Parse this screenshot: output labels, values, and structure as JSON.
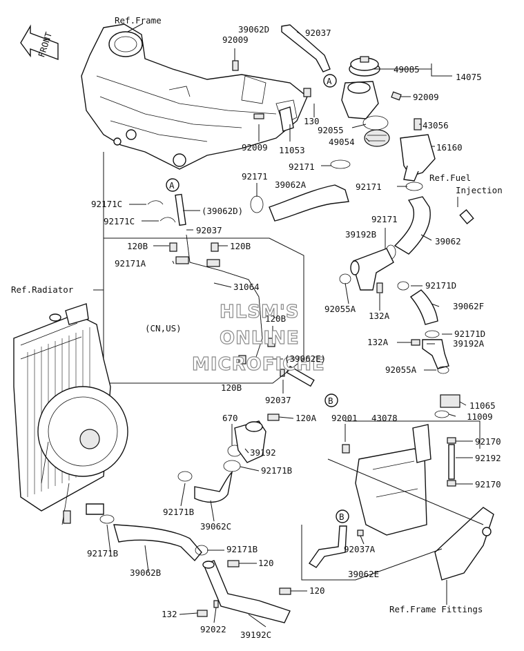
{
  "watermark": [
    "HLSM'S",
    "ONLINE",
    "MICROFICHE"
  ],
  "direction_label": "FRONT",
  "callouts": {
    "A": "A",
    "B": "B"
  },
  "labels": {
    "ref_frame": "Ref.Frame",
    "p39062D": "39062D",
    "p92037_top": "92037",
    "p92009_a": "92009",
    "p49085": "49085",
    "p14075": "14075",
    "p92009_b": "92009",
    "p130": "130",
    "p92055": "92055",
    "p43056": "43056",
    "p49054": "49054",
    "p16160": "16160",
    "p92009_c": "92009",
    "p11053": "11053",
    "p92171_a": "92171",
    "p92171_b": "92171",
    "p39062A": "39062A",
    "ref_fuel_1": "Ref.Fuel",
    "ref_fuel_2": "Injection",
    "p92171_c": "92171",
    "p92171C_1": "92171C",
    "p39062D_paren": "(39062D)",
    "p92171C_2": "92171C",
    "p92037_mid": "92037",
    "p92171_d": "92171",
    "p39192B": "39192B",
    "p39062": "39062",
    "p120B_1": "120B",
    "p120B_2": "120B",
    "p92171A": "92171A",
    "p31064": "31064",
    "p92171D_1": "92171D",
    "ref_radiator": "Ref.Radiator",
    "p92055A_1": "92055A",
    "p39062F": "39062F",
    "p132A_1": "132A",
    "cn_us": "(CN,US)",
    "p120B_3": "120B",
    "p92171D_2": "92171D",
    "p132A_2": "132A",
    "p39192A": "39192A",
    "p39062E_paren": "(39062E)",
    "p92055A_2": "92055A",
    "p120B_4": "120B",
    "p92037_low": "92037",
    "p11065": "11065",
    "p670": "670",
    "p120A": "120A",
    "p92001": "92001",
    "p43078": "43078",
    "p11009": "11009",
    "p92170_1": "92170",
    "p39192": "39192",
    "p92192": "92192",
    "p92171B_1": "92171B",
    "p92170_2": "92170",
    "p92171B_2": "92171B",
    "p39062C": "39062C",
    "p92171B_3": "92171B",
    "p92037A": "92037A",
    "p92171B_4": "92171B",
    "p39062E": "39062E",
    "p39062B": "39062B",
    "p120_1": "120",
    "p120_2": "120",
    "ref_frame_fittings": "Ref.Frame Fittings",
    "p132": "132",
    "p92022": "92022",
    "p39192C": "39192C"
  }
}
